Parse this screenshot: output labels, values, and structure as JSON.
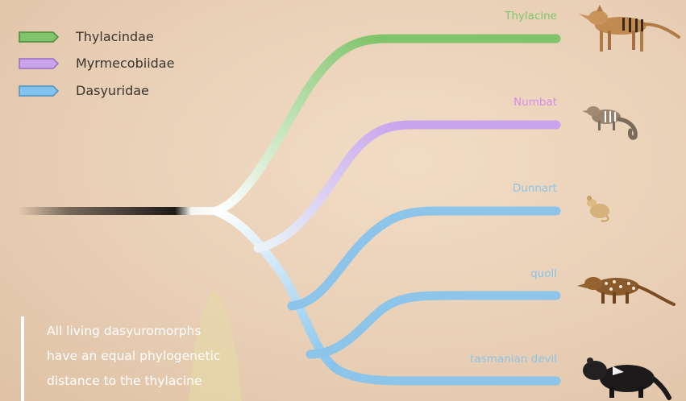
{
  "legend": [
    {
      "label": "Thylacindae",
      "color": "#7fc46a"
    },
    {
      "label": "Myrmecobiidae",
      "color": "#c9a3ec"
    },
    {
      "label": "Dasyuridae",
      "color": "#82c2ec"
    }
  ],
  "leaves": [
    {
      "name": "Thylacine",
      "family": "Thylacindae",
      "color": "#7fc46a",
      "icon": "thylacine-icon"
    },
    {
      "name": "Numbat",
      "family": "Myrmecobiidae",
      "color": "#d48ee8",
      "icon": "numbat-icon"
    },
    {
      "name": "Dunnart",
      "family": "Dasyuridae",
      "color": "#8cc4ea",
      "icon": "dunnart-icon"
    },
    {
      "name": "quoll",
      "family": "Dasyuridae",
      "color": "#8cc4ea",
      "icon": "quoll-icon"
    },
    {
      "name": "tasmanian devil",
      "family": "Dasyuridae",
      "color": "#8cc4ea",
      "icon": "tasmanian-devil-icon"
    }
  ],
  "note": {
    "lines": [
      "All living dasyuromorphs",
      "have an equal phylogenetic",
      "distance to the thylacine"
    ]
  }
}
